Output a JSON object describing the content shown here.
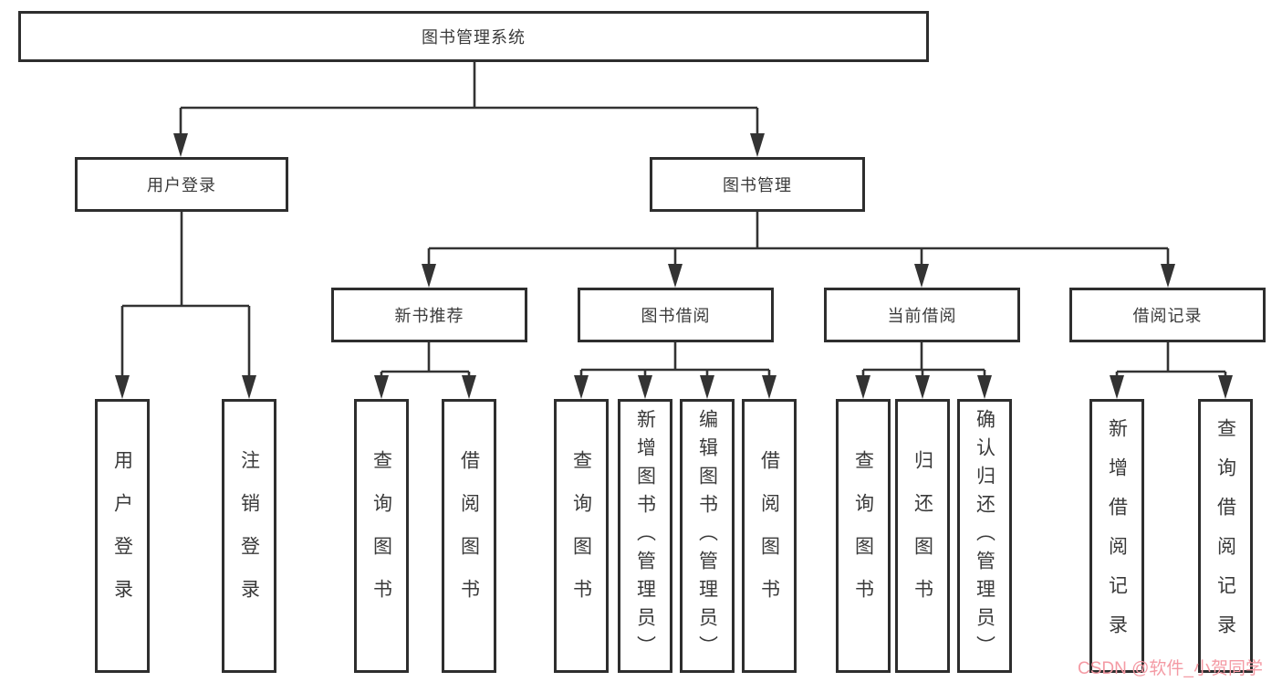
{
  "tree": {
    "label": "图书管理系统",
    "children": [
      {
        "label": "用户登录",
        "children": [
          {
            "label": "用户登录"
          },
          {
            "label": "注销登录"
          }
        ]
      },
      {
        "label": "图书管理",
        "children": [
          {
            "label": "新书推荐",
            "children": [
              {
                "label": "查询图书"
              },
              {
                "label": "借阅图书"
              }
            ]
          },
          {
            "label": "图书借阅",
            "children": [
              {
                "label": "查询图书"
              },
              {
                "label": "新增图书（管理员）"
              },
              {
                "label": "编辑图书（管理员）"
              },
              {
                "label": "借阅图书"
              }
            ]
          },
          {
            "label": "当前借阅",
            "children": [
              {
                "label": "查询图书"
              },
              {
                "label": "归还图书"
              },
              {
                "label": "确认归还（管理员）"
              }
            ]
          },
          {
            "label": "借阅记录",
            "children": [
              {
                "label": "新增借阅记录"
              },
              {
                "label": "查询借阅记录"
              }
            ]
          }
        ]
      }
    ]
  },
  "watermark": {
    "text": "CSDN @软件_小贺同学"
  },
  "colors": {
    "line": "#333333",
    "box_border": "#2e2e2e",
    "text": "#3a3a3a",
    "watermark": "#f49aa4",
    "background": "#ffffff"
  }
}
